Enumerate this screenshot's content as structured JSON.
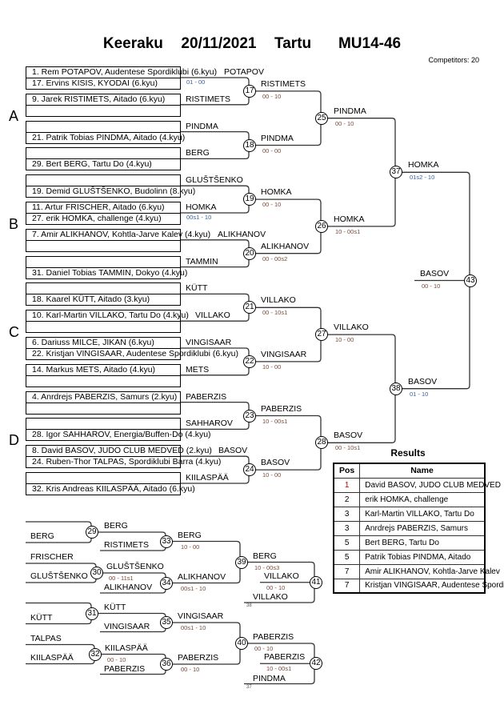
{
  "title": "Keeraku  20/11/2021  Tartu   MU14-46",
  "competitors": "Competitors: 20",
  "pools": [
    "A",
    "B",
    "C",
    "D"
  ],
  "entries": [
    "1. Rem POTAPOV, Audentese Spordiklubi (6.kyu)",
    "17. Ervins KISIS, KYODAI (6.kyu)",
    "9. Jarek RISTIMETS, Aitado (6.kyu)",
    "",
    "",
    "21. Patrik Tobias PINDMA, Aitado (4.kyu)",
    "",
    "29. Bert BERG, Tartu Do (4.kyu)",
    "",
    "19. Demid GLUŠTŠENKO, Budolinn (8.kyu)",
    "11. Artur FRISCHER, Aitado (6.kyu)",
    "27. erik HOMKA, challenge (4.kyu)",
    "7. Amir ALIKHANOV, Kohtla-Jarve Kalev (4.kyu)",
    "",
    "",
    "31. Daniel Tobias TAMMIN, Dokyo (4.kyu)",
    "",
    "18. Kaarel KÜTT, Aitado (3.kyu)",
    "10. Karl-Martin VILLAKO, Tartu Do (4.kyu)",
    "",
    "6. Dariuss MILCE, JIKAN (6.kyu)",
    "22. Kristjan VINGISAAR, Audentese Spordiklubi (6.kyu)",
    "14. Markus METS, Aitado (4.kyu)",
    "",
    "4. Anrdrejs PABERZIS, Samurs (2.kyu)",
    "",
    "",
    "28. Igor SAHHAROV, Energia/Buffen-Do (4.kyu)",
    "8. David BASOV, JUDO CLUB MEDVED (2.kyu)",
    "24. Ruben-Thor TALPAS, Spordiklubi Barra (4.kyu)",
    "",
    "32. Kris Andreas KIILASPÄÄ, Aitado (6.kyu)"
  ],
  "round1": [
    {
      "name": "POTAPOV",
      "score": "01 - 00",
      "c": "b"
    },
    {
      "name": "RISTIMETS"
    },
    {
      "name": "PINDMA"
    },
    {
      "name": "BERG"
    },
    {
      "name": "GLUŠTŠENKO"
    },
    {
      "name": "HOMKA",
      "score": "00s1 - 10",
      "c": "b"
    },
    {
      "name": "ALIKHANOV"
    },
    {
      "name": "TAMMIN"
    },
    {
      "name": "KÜTT"
    },
    {
      "name": "VILLAKO"
    },
    {
      "name": "VINGISAAR"
    },
    {
      "name": "METS"
    },
    {
      "name": "PABERZIS"
    },
    {
      "name": "SAHHAROV"
    },
    {
      "name": "BASOV"
    },
    {
      "name": "KIILASPÄÄ"
    }
  ],
  "round2": [
    {
      "id": "17",
      "name": "RISTIMETS",
      "score": "00 - 10"
    },
    {
      "id": "18",
      "name": "PINDMA",
      "score": "00 - 00"
    },
    {
      "id": "19",
      "name": "HOMKA",
      "score": "00 - 10"
    },
    {
      "id": "20",
      "name": "ALIKHANOV",
      "score": "00 - 00s2"
    },
    {
      "id": "21",
      "name": "VILLAKO",
      "score": "00 - 10s1"
    },
    {
      "id": "22",
      "name": "VINGISAAR",
      "score": "10 - 00"
    },
    {
      "id": "23",
      "name": "PABERZIS",
      "score": "10 - 00s1"
    },
    {
      "id": "24",
      "name": "BASOV",
      "score": "10 - 00"
    }
  ],
  "round3": [
    {
      "id": "25",
      "name": "PINDMA",
      "score": "00 - 10"
    },
    {
      "id": "26",
      "name": "HOMKA",
      "score": "10 - 00s1"
    },
    {
      "id": "27",
      "name": "VILLAKO",
      "score": "10 - 00"
    },
    {
      "id": "28",
      "name": "BASOV",
      "score": "00 - 10s1"
    }
  ],
  "round4": [
    {
      "id": "37",
      "name": "HOMKA",
      "score": "01s2 - 10",
      "c": "b"
    },
    {
      "id": "38",
      "name": "BASOV",
      "score": "01 - 10",
      "c": "b"
    }
  ],
  "final": {
    "id": "43",
    "name": "BASOV",
    "score": "00 - 10"
  },
  "repechage": {
    "entrants": [
      "",
      "BERG",
      "FRISCHER",
      "GLUŠTŠENKO",
      "",
      "KÜTT",
      "TALPAS",
      "KIILASPÄÄ"
    ],
    "r1": [
      {
        "id": "29",
        "name": "BERG"
      },
      {
        "id": "30",
        "name": "GLUŠTŠENKO",
        "score": "00 - 11s1"
      },
      {
        "id": "31",
        "name": "KÜTT"
      },
      {
        "id": "32",
        "name": "KIILASPÄÄ",
        "score": "00 - 10"
      }
    ],
    "opponents": [
      "RISTIMETS",
      "ALIKHANOV",
      "VINGISAAR",
      "PABERZIS"
    ],
    "r2": [
      {
        "id": "33",
        "name": "BERG",
        "score": "10 - 00"
      },
      {
        "id": "34",
        "name": "ALIKHANOV",
        "score": "00s1 - 10"
      },
      {
        "id": "35",
        "name": "VINGISAAR",
        "score": "00s1 - 10"
      },
      {
        "id": "36",
        "name": "PABERZIS",
        "score": "00 - 10"
      }
    ],
    "r3": [
      {
        "id": "39",
        "name": "BERG",
        "score": "10 - 00s3"
      },
      {
        "id": "40",
        "name": "PABERZIS",
        "score": "00 - 10"
      }
    ],
    "bronze": [
      {
        "id": "41",
        "name": "VILLAKO",
        "score": "00 - 10",
        "opponent": "VILLAKO",
        "from": "38"
      },
      {
        "id": "42",
        "name": "PABERZIS",
        "score": "10 - 00s1",
        "opponent": "PINDMA",
        "from": "37"
      }
    ]
  },
  "results": {
    "title": "Results",
    "headers": [
      "Pos",
      "Name"
    ],
    "rows": [
      {
        "pos": "1",
        "name": "David BASOV, JUDO CLUB MEDVED"
      },
      {
        "pos": "2",
        "name": "erik HOMKA, challenge"
      },
      {
        "pos": "3",
        "name": "Karl-Martin VILLAKO, Tartu Do"
      },
      {
        "pos": "3",
        "name": "Anrdrejs PABERZIS, Samurs"
      },
      {
        "pos": "5",
        "name": "Bert BERG, Tartu Do"
      },
      {
        "pos": "5",
        "name": "Patrik Tobias PINDMA, Aitado"
      },
      {
        "pos": "7",
        "name": "Amir ALIKHANOV, Kohtla-Jarve Kalev"
      },
      {
        "pos": "7",
        "name": "Kristjan VINGISAAR, Audentese Spordiklubi"
      }
    ]
  },
  "colors": {
    "score_brown": "#7a4b3a",
    "score_blue": "#3b5f9a",
    "pos1": "#c00000"
  }
}
